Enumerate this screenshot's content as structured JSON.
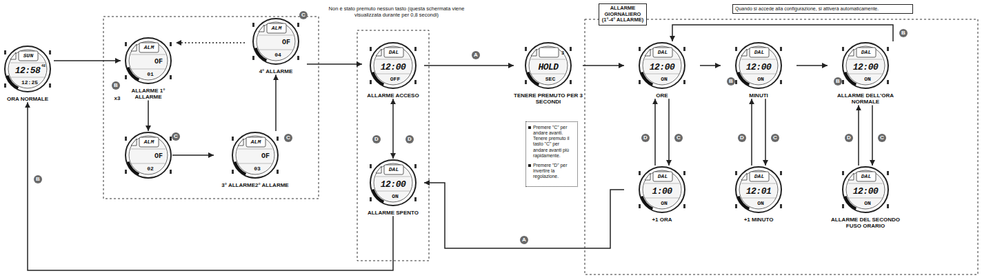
{
  "diagram": {
    "nodes": [
      {
        "text": [
          "SUN",
          "12:58",
          "48",
          "12:25",
          "ORA NORMALE"
        ]
      },
      {
        "text": [
          "ALM",
          "OF",
          "01",
          "ALLARME 1° ALLARME"
        ]
      },
      {
        "text": [
          "ALM",
          "OF",
          "04",
          "4° ALLARME"
        ]
      },
      {
        "text": [
          "ALM",
          "OF",
          "02"
        ]
      },
      {
        "text": [
          "ALM",
          "OF",
          "03",
          "3° ALLARME2° ALLARME"
        ]
      },
      {
        "text": [
          "DAL",
          "12:00",
          "OFF",
          "ALLARME ACCESO"
        ]
      },
      {
        "text": [
          "DAL",
          "12:00",
          "ON",
          "ALLARME SPENTO"
        ]
      },
      {
        "text": [
          "3",
          "HOLD",
          "SEC",
          "TENERE PREMUTO PER 3 SECONDI"
        ]
      },
      {
        "text": [
          "ALLARME GIORNALIERO (1°-4° ALLARME)"
        ]
      },
      {
        "text": [
          "Quando si accede alla configurazione, si attiverà automaticamente."
        ]
      },
      {
        "text": [
          "Premere \"C\" per andare avanti. Tenere premuto il tasto \"C\" per andare avanti più rapidamente.",
          "Premere \"D\" per invertire la regolazione."
        ]
      },
      {
        "text": [
          "DAL",
          "12:00",
          "ON",
          "ORE"
        ]
      },
      {
        "text": [
          "DAL",
          "12:00",
          "ON",
          "MINUTI"
        ]
      },
      {
        "text": [
          "DAL",
          "12:00",
          "ON",
          "ALLARME DELL'ORA NORMALE"
        ]
      },
      {
        "text": [
          "DAL",
          "1:00",
          "ON",
          "+1 ORA"
        ]
      },
      {
        "text": [
          "DAL",
          "12:01",
          "ON",
          "+1 MINUTO"
        ]
      },
      {
        "text": [
          "DAL",
          "12:00",
          "ON",
          "ALLARME DEL SECONDO FUSO ORARIO"
        ]
      }
    ],
    "edges": [
      {
        "from": 0,
        "to": 1,
        "arrow": "to"
      },
      {
        "from": 1,
        "to": 3,
        "arrow": "to"
      },
      {
        "from": 3,
        "to": 4,
        "arrow": "to"
      },
      {
        "from": 4,
        "to": 2,
        "arrow": "to"
      },
      {
        "from": 2,
        "to": 1,
        "arrow": "to"
      },
      {
        "from": 2,
        "to": 5,
        "arrow": "to"
      },
      {
        "from": 5,
        "to": 6,
        "arrow": "both"
      },
      {
        "from": 5,
        "to": 7,
        "arrow": "to"
      },
      {
        "from": 7,
        "to": 11,
        "arrow": "to"
      },
      {
        "from": 11,
        "to": 12,
        "arrow": "to"
      },
      {
        "from": 12,
        "to": 13,
        "arrow": "to"
      },
      {
        "from": 13,
        "to": 11,
        "arrow": "to"
      },
      {
        "from": 11,
        "to": 14,
        "arrow": "to"
      },
      {
        "from": 14,
        "to": 11,
        "arrow": "to"
      },
      {
        "from": 12,
        "to": 15,
        "arrow": "to"
      },
      {
        "from": 15,
        "to": 12,
        "arrow": "to"
      },
      {
        "from": 13,
        "to": 16,
        "arrow": "to"
      },
      {
        "from": 16,
        "to": 13,
        "arrow": "to"
      },
      {
        "from": 14,
        "to": 6,
        "arrow": "to"
      },
      {
        "from": 6,
        "to": 0,
        "arrow": "to"
      }
    ],
    "labels": [
      "Non è stato premuto nessun tasto (questa schermata viene visualizzata durante per 0,8 secondi)",
      "B",
      "x3",
      "C",
      "C",
      "C",
      "B",
      "D",
      "D",
      "A",
      "B",
      "B",
      "B",
      "D",
      "C",
      "D",
      "C",
      "D",
      "C",
      "A"
    ]
  }
}
